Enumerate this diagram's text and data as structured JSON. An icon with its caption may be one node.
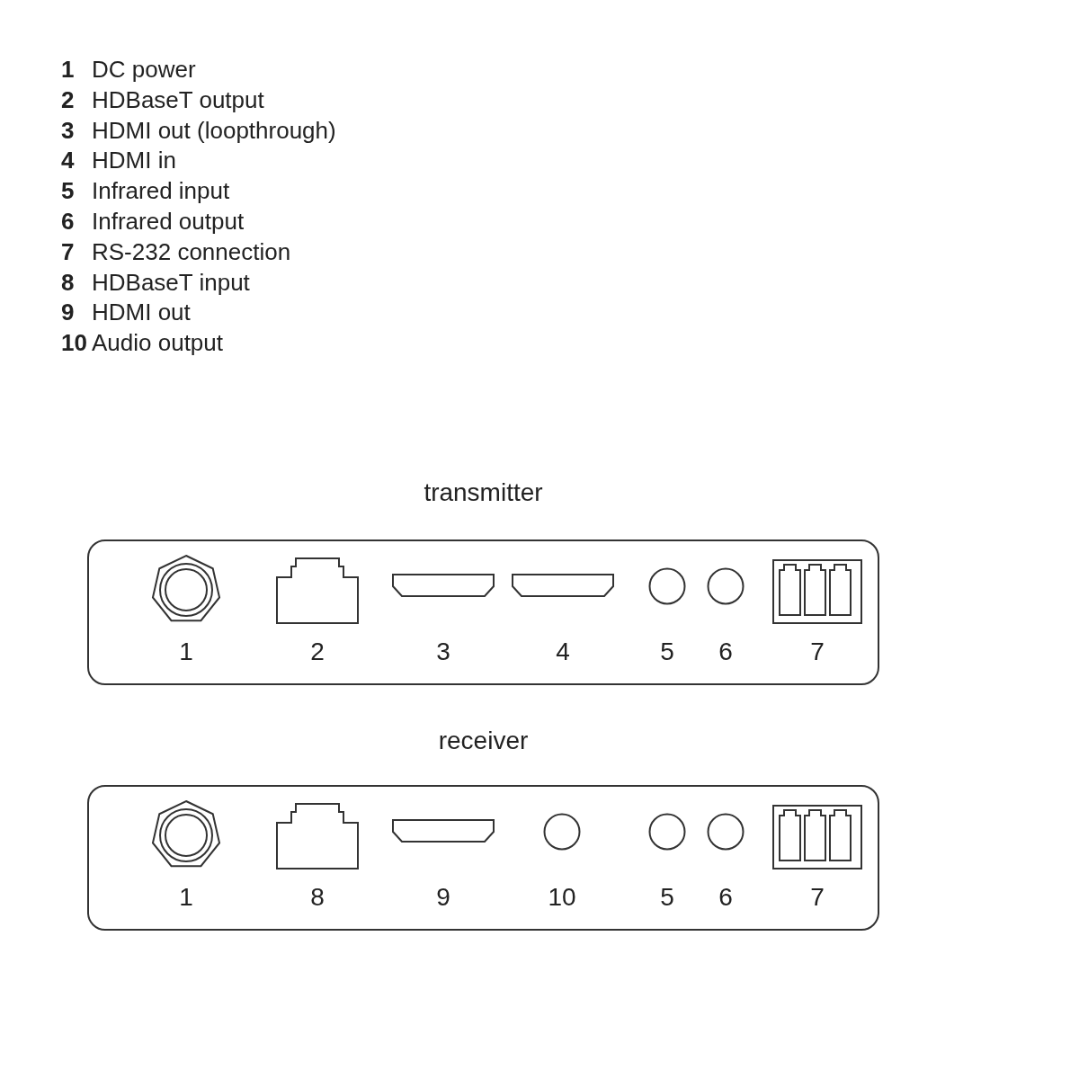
{
  "diagram": {
    "nodes": [
      {
        "text": [
          "transmitter"
        ]
      },
      {
        "text": [
          "receiver"
        ]
      }
    ],
    "labels": [
      "1",
      "DC power",
      "2",
      "HDBaseT output",
      "3",
      "HDMI out (loopthrough)",
      "4",
      "HDMI in",
      "5",
      "Infrared input",
      "6",
      "Infrared output",
      "7",
      "RS-232 connection",
      "8",
      "HDBaseT input",
      "9",
      "HDMI out",
      "10",
      "Audio output",
      "1",
      "2",
      "3",
      "4",
      "5",
      "6",
      "7",
      "1",
      "8",
      "9",
      "10",
      "5",
      "6",
      "7"
    ]
  }
}
